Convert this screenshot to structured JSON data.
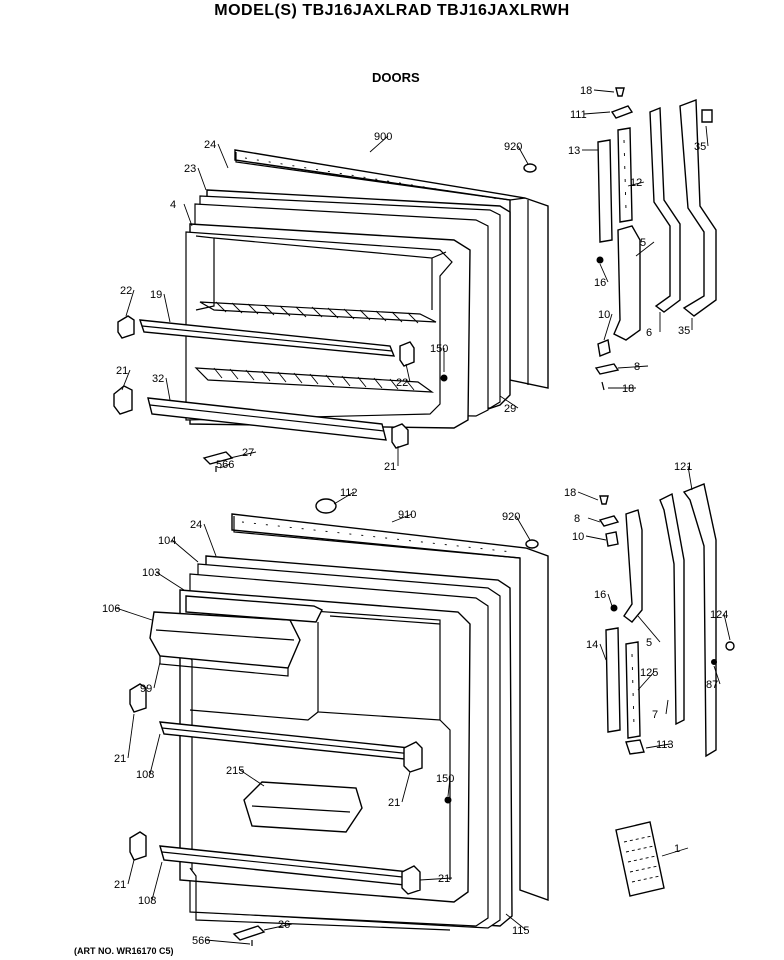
{
  "title": "MODEL(S) TBJ16JAXLRAD TBJ16JAXLRWH",
  "section": "DOORS",
  "art_number": "(ART NO. WR16170 C5)",
  "callouts": [
    {
      "id": "c900",
      "text": "900"
    },
    {
      "id": "c920a",
      "text": "920"
    },
    {
      "id": "c24a",
      "text": "24"
    },
    {
      "id": "c23",
      "text": "23"
    },
    {
      "id": "c4",
      "text": "4"
    },
    {
      "id": "c22a",
      "text": "22"
    },
    {
      "id": "c19",
      "text": "19"
    },
    {
      "id": "c150a",
      "text": "150"
    },
    {
      "id": "c22b",
      "text": "22"
    },
    {
      "id": "c21a",
      "text": "21"
    },
    {
      "id": "c32",
      "text": "32"
    },
    {
      "id": "c29",
      "text": "29"
    },
    {
      "id": "c27",
      "text": "27"
    },
    {
      "id": "c566a",
      "text": "566"
    },
    {
      "id": "c21b",
      "text": "21"
    },
    {
      "id": "c18a",
      "text": "18"
    },
    {
      "id": "c111",
      "text": "111"
    },
    {
      "id": "c35a",
      "text": "35"
    },
    {
      "id": "c13",
      "text": "13"
    },
    {
      "id": "c12",
      "text": "12"
    },
    {
      "id": "c5a",
      "text": "5"
    },
    {
      "id": "c16a",
      "text": "16"
    },
    {
      "id": "c10a",
      "text": "10"
    },
    {
      "id": "c6",
      "text": "6"
    },
    {
      "id": "c35b",
      "text": "35"
    },
    {
      "id": "c8a",
      "text": "8"
    },
    {
      "id": "c18b",
      "text": "18"
    },
    {
      "id": "c112",
      "text": "112"
    },
    {
      "id": "c910",
      "text": "910"
    },
    {
      "id": "c920b",
      "text": "920"
    },
    {
      "id": "c24b",
      "text": "24"
    },
    {
      "id": "c104",
      "text": "104"
    },
    {
      "id": "c103",
      "text": "103"
    },
    {
      "id": "c106",
      "text": "106"
    },
    {
      "id": "c99",
      "text": "99"
    },
    {
      "id": "c21c",
      "text": "21"
    },
    {
      "id": "c108a",
      "text": "108"
    },
    {
      "id": "c215",
      "text": "215"
    },
    {
      "id": "c21d",
      "text": "21"
    },
    {
      "id": "c150b",
      "text": "150"
    },
    {
      "id": "c21e",
      "text": "21"
    },
    {
      "id": "c108b",
      "text": "108"
    },
    {
      "id": "c21f",
      "text": "21"
    },
    {
      "id": "c115",
      "text": "115"
    },
    {
      "id": "c26",
      "text": "26"
    },
    {
      "id": "c566b",
      "text": "566"
    },
    {
      "id": "c18c",
      "text": "18"
    },
    {
      "id": "c8b",
      "text": "8"
    },
    {
      "id": "c10b",
      "text": "10"
    },
    {
      "id": "c121",
      "text": "121"
    },
    {
      "id": "c16b",
      "text": "16"
    },
    {
      "id": "c5b",
      "text": "5"
    },
    {
      "id": "c124",
      "text": "124"
    },
    {
      "id": "c14",
      "text": "14"
    },
    {
      "id": "c125",
      "text": "125"
    },
    {
      "id": "c87",
      "text": "87"
    },
    {
      "id": "c7",
      "text": "7"
    },
    {
      "id": "c113",
      "text": "113"
    },
    {
      "id": "c1",
      "text": "1"
    }
  ]
}
